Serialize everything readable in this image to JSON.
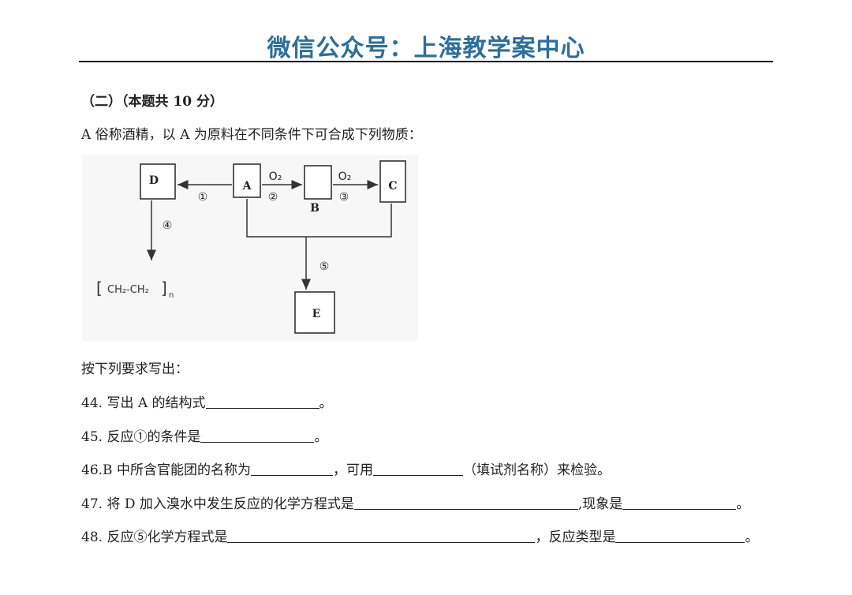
{
  "header": {
    "title": "微信公众号：上海教学案中心"
  },
  "section": {
    "heading": "（二）（本题共 10 分）"
  },
  "intro": "A 俗称酒精，以 A 为原料在不同条件下可合成下列物质：",
  "diagram": {
    "boxes": {
      "d": "D",
      "a": "A",
      "b": "B",
      "c": "C",
      "e": "E"
    },
    "reagent_1": "O₂",
    "reagent_2": "O₂",
    "steps": {
      "s1": "①",
      "s2": "②",
      "s3": "③",
      "s4": "④",
      "s5": "⑤"
    },
    "polymer": {
      "left_bracket": "[",
      "repeat_unit": "CH₂-CH₂",
      "right_bracket": "]",
      "subscript": "n"
    }
  },
  "instruction": "按下列要求写出：",
  "questions": [
    {
      "number": "44.",
      "before": "写出 A 的结构式",
      "after": "。"
    },
    {
      "number": "45.",
      "before": "反应①的条件是",
      "after": "。"
    },
    {
      "number": "46.",
      "before": "B 中所含官能团的名称为",
      "middle": "，可用",
      "after": "（填试剂名称）来检验。"
    },
    {
      "number": "47.",
      "before": "将 D 加入溴水中发生反应的化学方程式是",
      "middle": ",现象是",
      "after": "。"
    },
    {
      "number": "48.",
      "before": "反应⑤化学方程式是",
      "middle": "，反应类型是",
      "after": "。"
    }
  ]
}
